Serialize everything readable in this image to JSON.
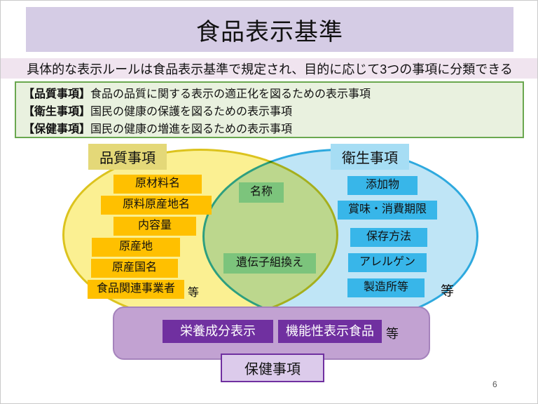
{
  "slide": {
    "title": "食品表示基準",
    "subtitle": "具体的な表示ルールは食品表示基準で規定され、目的に応じて3つの事項に分類できる",
    "page_number": "6"
  },
  "definitions": [
    {
      "term": "【品質事項】",
      "desc": "食品の品質に関する表示の適正化を図るための表示事項"
    },
    {
      "term": "【衛生事項】",
      "desc": "国民の健康の保護を図るための表示事項"
    },
    {
      "term": "【保健事項】",
      "desc": "国民の健康の増進を図るための表示事項"
    }
  ],
  "venn": {
    "quality": {
      "label": "品質事項",
      "items": [
        "原材料名",
        "原料原産地名",
        "内容量",
        "原産地",
        "原産国名",
        "食品関連事業者"
      ],
      "etc": "等"
    },
    "shared": {
      "items": [
        "名称",
        "遺伝子組換え"
      ]
    },
    "hygiene": {
      "label": "衛生事項",
      "items": [
        "添加物",
        "賞味・消費期限",
        "保存方法",
        "アレルゲン",
        "製造所等"
      ],
      "etc": "等"
    },
    "health": {
      "label": "保健事項",
      "items": [
        "栄養成分表示",
        "機能性表示食品"
      ],
      "etc": "等"
    }
  },
  "colors": {
    "title_band": "#D5CCE5",
    "subtitle_band": "#F0E4EF",
    "definition_box_bg": "#E9F1DF",
    "definition_box_border": "#6AA84F",
    "quality_circle_fill": "#FBF092",
    "quality_circle_border": "#DCC31E",
    "quality_item_bg": "#FFC000",
    "hygiene_circle_fill": "#BFE5F6",
    "hygiene_circle_border": "#2EA9DE",
    "hygiene_item_bg": "#38B6E9",
    "shared_item_bg": "#7CC47C",
    "health_band_bg": "#C2A2D2",
    "health_item_bg": "#7030A0"
  }
}
